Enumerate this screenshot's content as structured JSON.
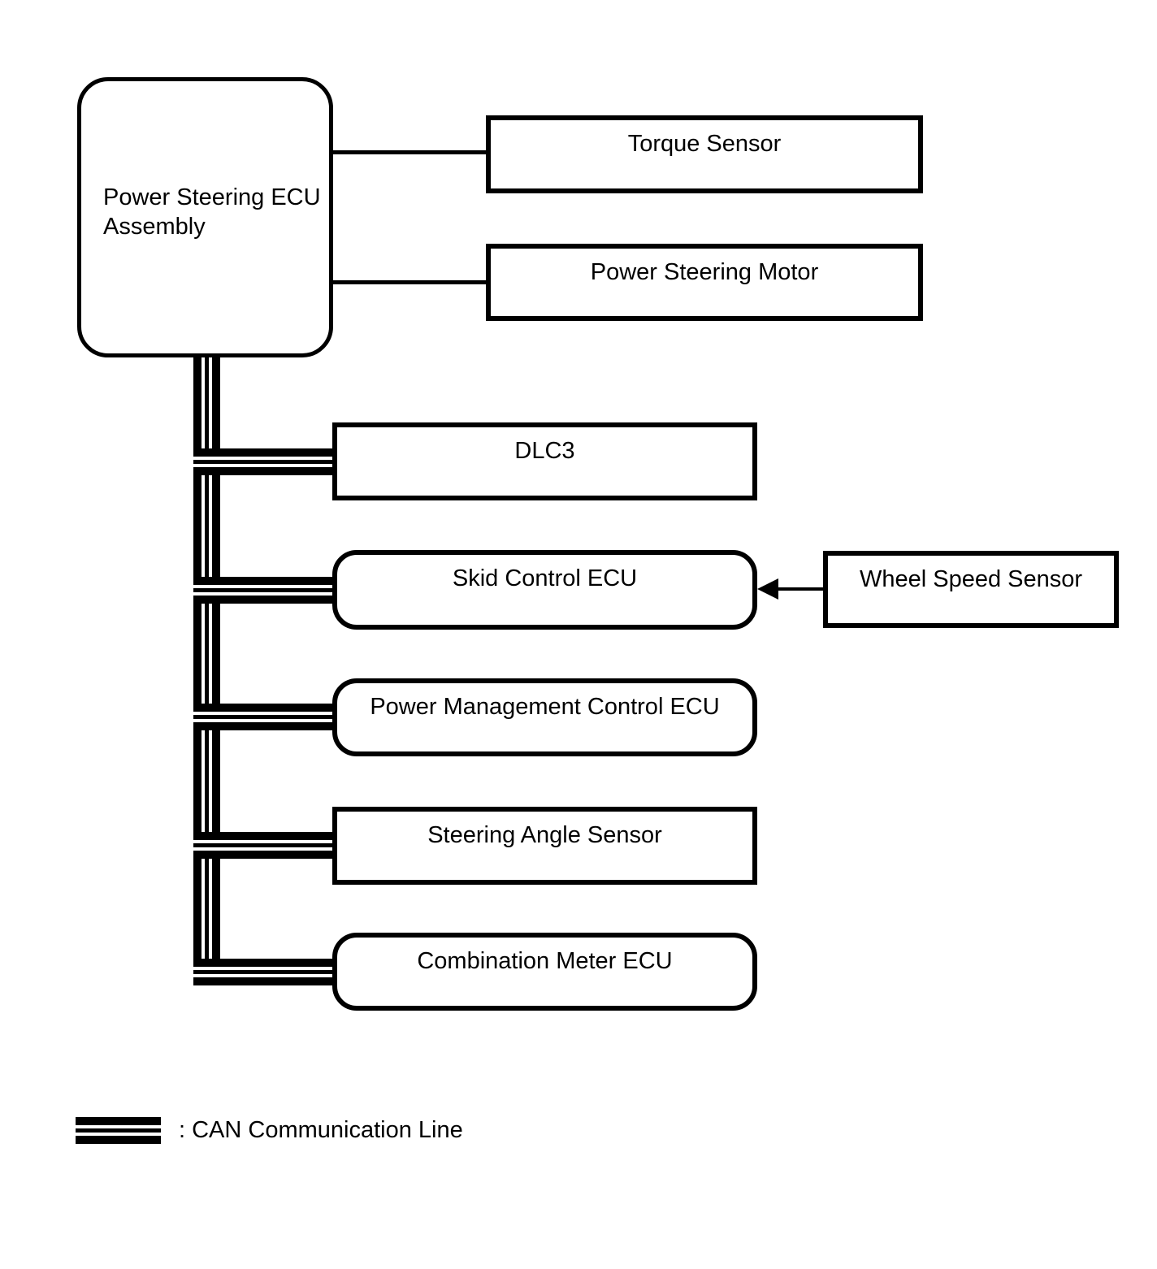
{
  "diagram": {
    "colors": {
      "line": "#000000",
      "background": "#ffffff"
    },
    "main_unit": {
      "label": "Power Steering ECU Assembly",
      "lines": [
        "Power Steering ECU",
        "Assembly"
      ]
    },
    "direct_components": [
      {
        "label": "Torque Sensor"
      },
      {
        "label": "Power Steering Motor"
      }
    ],
    "can_nodes": [
      {
        "label": "DLC3",
        "shape": "rectangle"
      },
      {
        "label": "Skid Control ECU",
        "shape": "rounded"
      },
      {
        "label": "Power Management Control ECU",
        "shape": "rounded"
      },
      {
        "label": "Steering Angle Sensor",
        "shape": "rectangle"
      },
      {
        "label": "Combination Meter ECU",
        "shape": "rounded"
      }
    ],
    "sensor_input": {
      "label": "Wheel Speed Sensor",
      "arrow_points_to": "Skid Control ECU"
    },
    "legend": {
      "label": ": CAN Communication Line"
    }
  }
}
